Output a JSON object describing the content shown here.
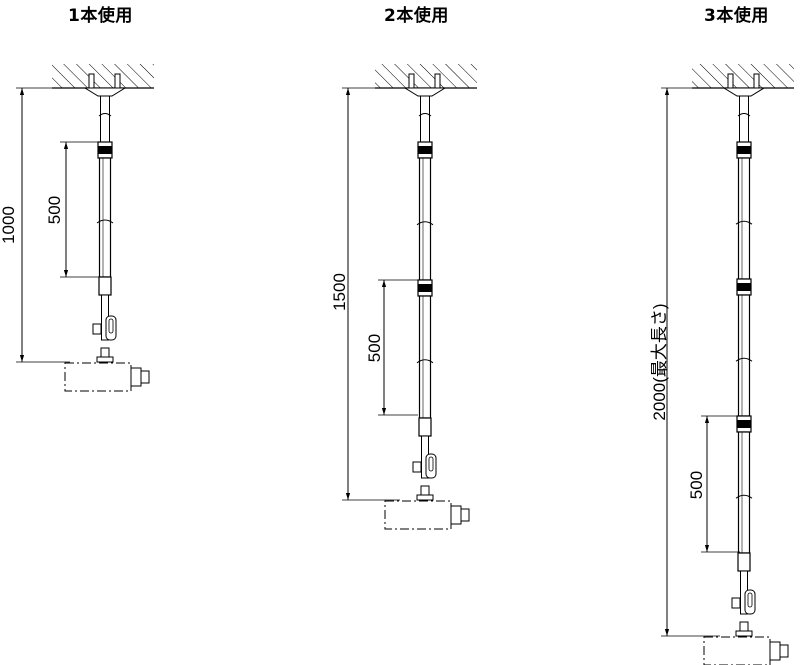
{
  "configs": [
    {
      "title": "1本使用",
      "segments": 1,
      "total_length": "1000",
      "segment_length": "500"
    },
    {
      "title": "2本使用",
      "segments": 2,
      "total_length": "1500",
      "segment_length": "500"
    },
    {
      "title": "3本使用",
      "segments": 3,
      "total_length": "2000(最大長さ)",
      "segment_length": "500"
    }
  ],
  "colors": {
    "line": "#000000",
    "fill": "#ffffff"
  }
}
